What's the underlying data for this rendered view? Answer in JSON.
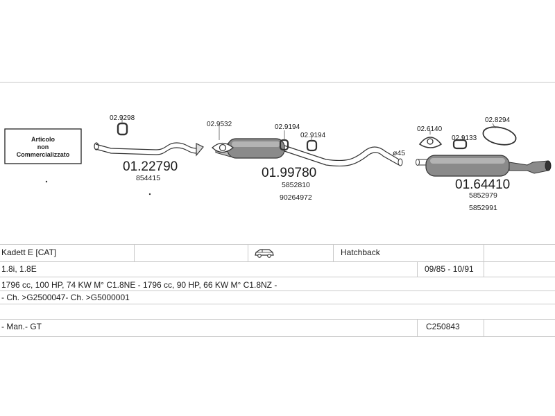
{
  "diagram": {
    "not_available_box": {
      "line1": "Articolo",
      "line2": "non",
      "line3": "Commercializzato"
    },
    "assemblies": [
      {
        "code": "01.22790",
        "refs": [
          "854415"
        ]
      },
      {
        "code": "01.99780",
        "refs": [
          "5852810",
          "90264972"
        ]
      },
      {
        "code": "01.64410",
        "refs": [
          "5852979",
          "5852991"
        ]
      }
    ],
    "parts": [
      "02.9298",
      "02.9532",
      "02.9194",
      "02.9194",
      "02.6140",
      "02.9133",
      "02.8294"
    ],
    "pipe_size": "ø45"
  },
  "info": {
    "model": "Kadett  E  [CAT]",
    "body_type": "Hatchback",
    "engine": "1.8i, 1.8E",
    "period": "09/85 - 10/91",
    "specs": "1796 cc, 100 HP, 74 KW M° C1.8NE - 1796 cc, 90 HP, 66 KW M° C1.8NZ -",
    "chassis": "- Ch. >G2500047- Ch. >G5000001",
    "manufacturer": "- Man.- GT",
    "catalog_code": "C250843"
  },
  "icons": {
    "car": "car-hatchback-icon"
  }
}
